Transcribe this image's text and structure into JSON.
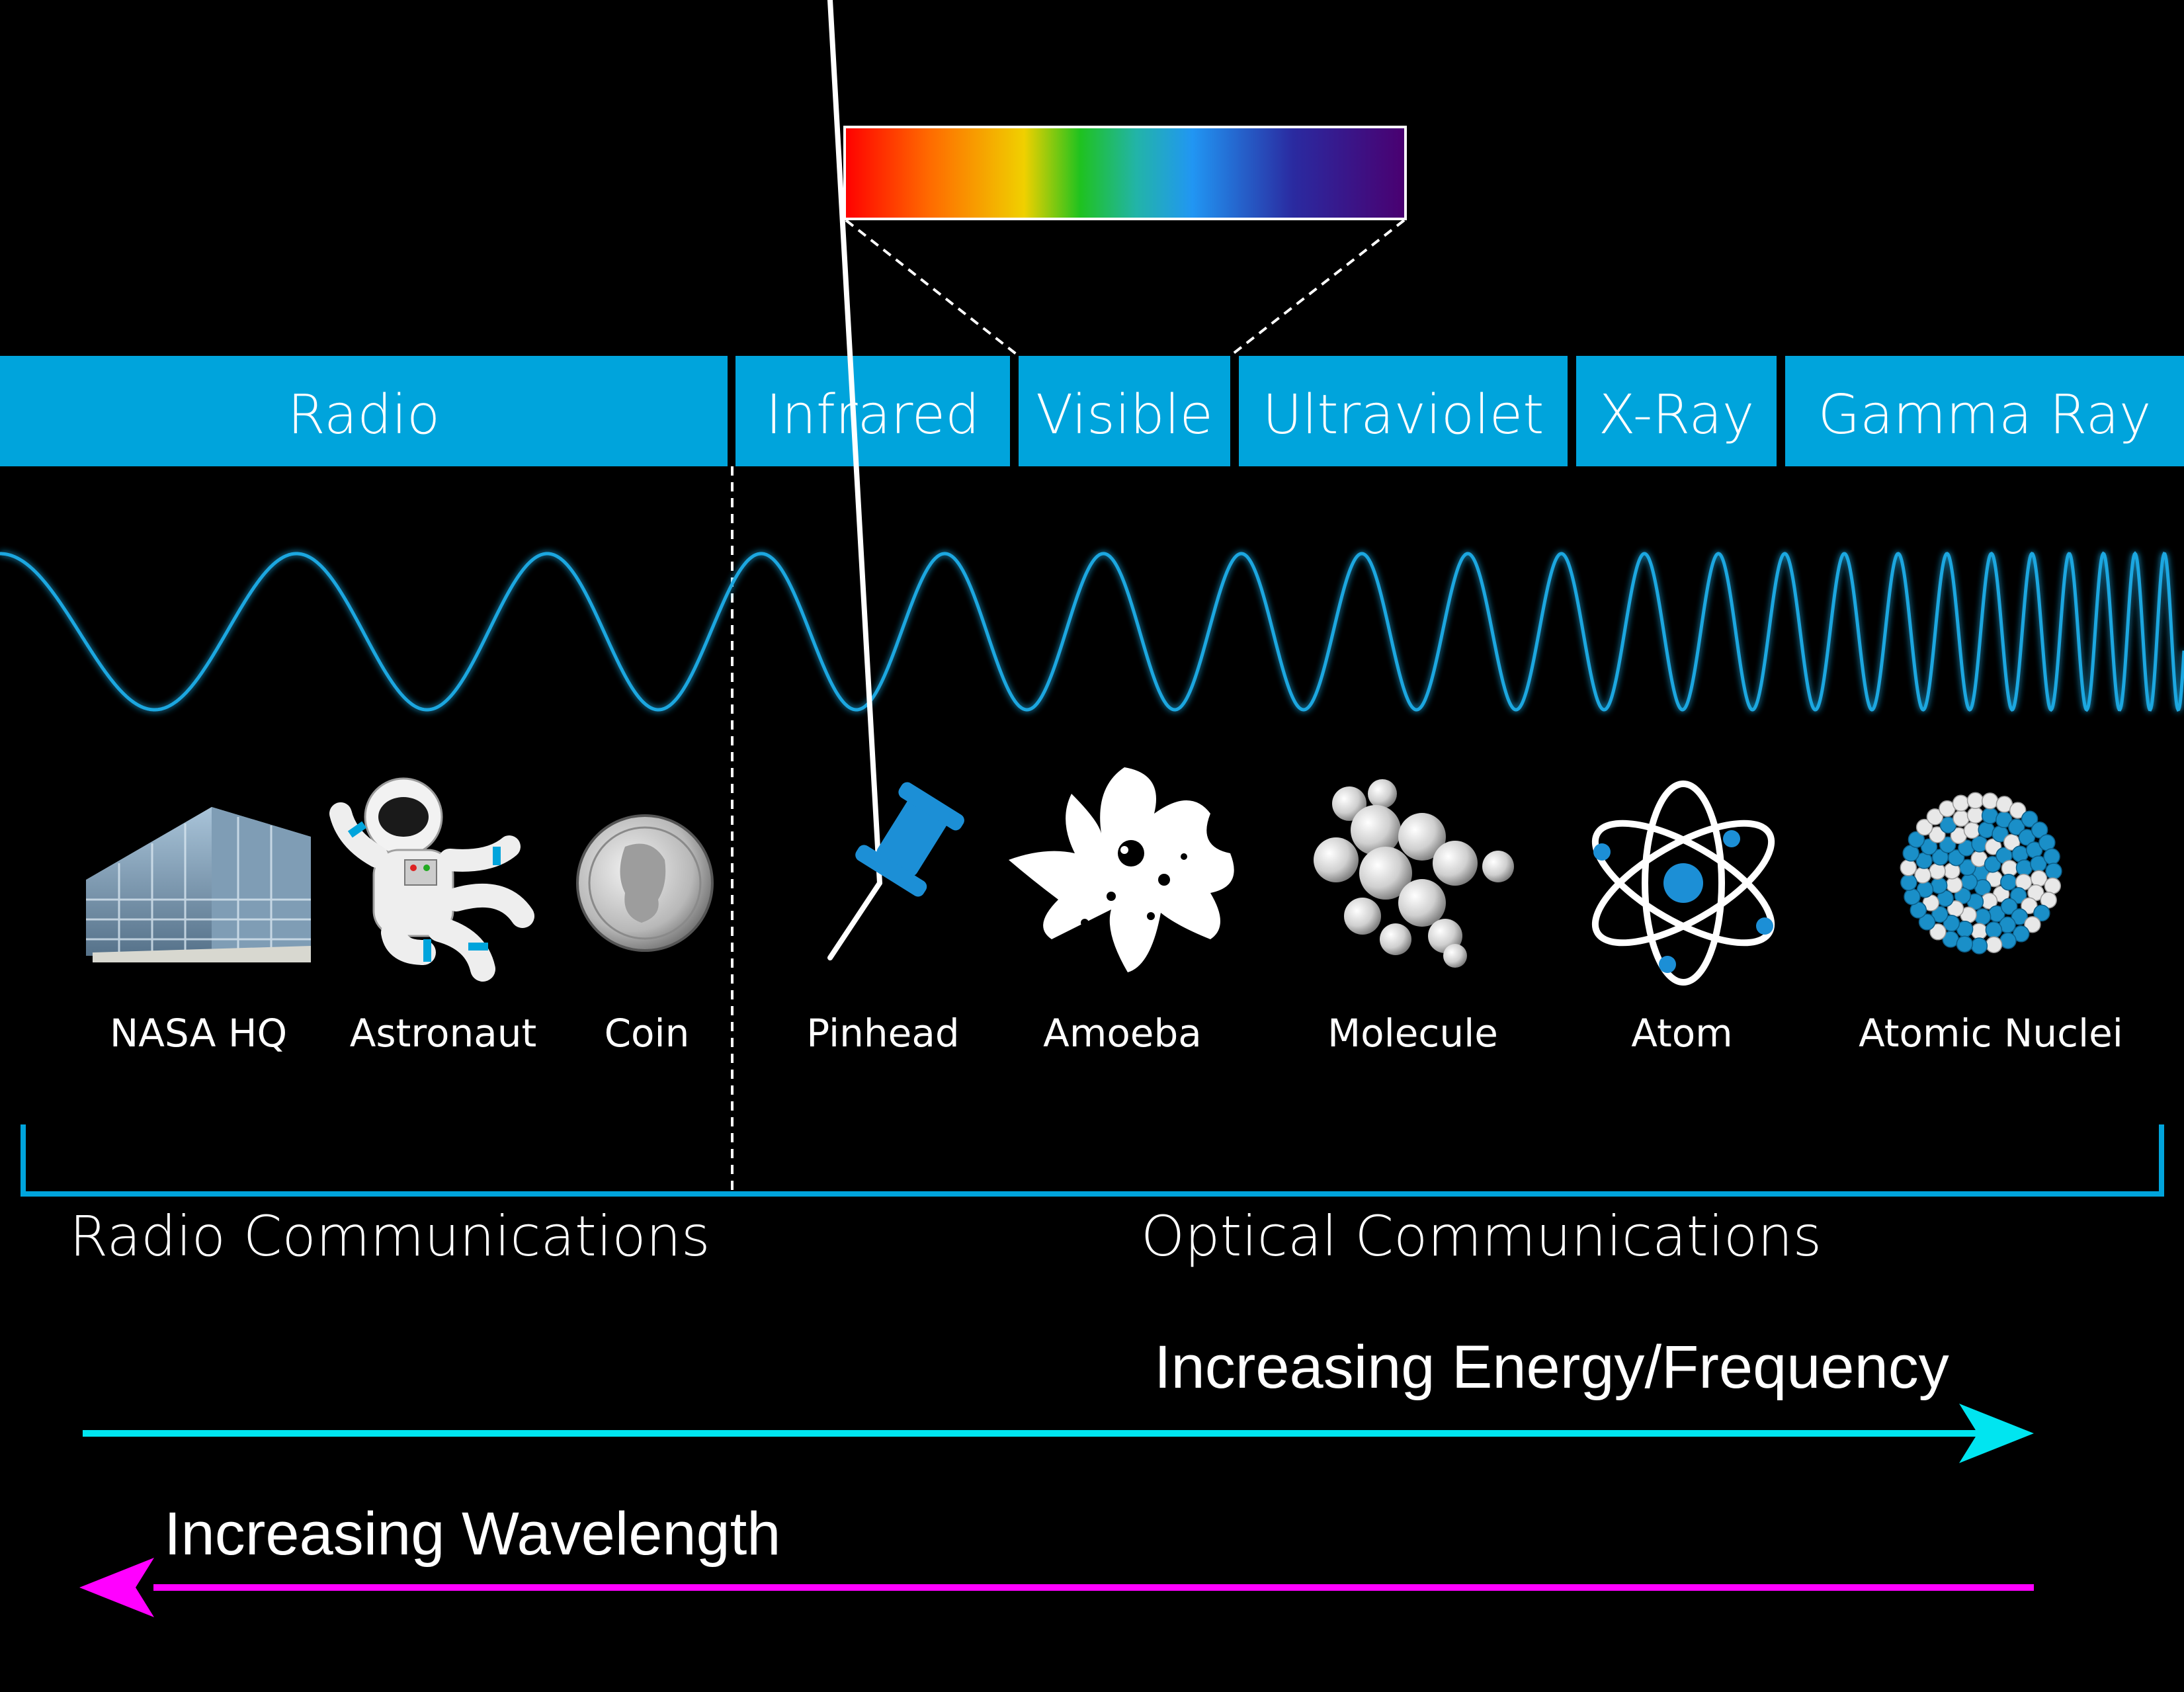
{
  "colors": {
    "background": "#000000",
    "band": "#00a4dc",
    "wave": "#1aa7e0",
    "bracket": "#00a4dc",
    "energy_arrow": "#00e5f0",
    "wavelength_arrow": "#ff00ff"
  },
  "spectrum_bands": [
    {
      "label": "Radio"
    },
    {
      "label": "Infrared"
    },
    {
      "label": "Visible"
    },
    {
      "label": "Ultraviolet"
    },
    {
      "label": "X-Ray"
    },
    {
      "label": "Gamma Ray"
    }
  ],
  "scale_objects": [
    {
      "label": "NASA HQ",
      "icon": "building-icon"
    },
    {
      "label": "Astronaut",
      "icon": "astronaut-icon"
    },
    {
      "label": "Coin",
      "icon": "coin-icon"
    },
    {
      "label": "Pinhead",
      "icon": "pushpin-icon"
    },
    {
      "label": "Amoeba",
      "icon": "amoeba-icon"
    },
    {
      "label": "Molecule",
      "icon": "molecule-icon"
    },
    {
      "label": "Atom",
      "icon": "atom-icon"
    },
    {
      "label": "Atomic Nuclei",
      "icon": "nucleus-icon"
    }
  ],
  "communications": {
    "radio": "Radio Communications",
    "optical": "Optical Communications"
  },
  "arrows": {
    "energy": "Increasing Energy/Frequency",
    "wavelength": "Increasing Wavelength"
  }
}
